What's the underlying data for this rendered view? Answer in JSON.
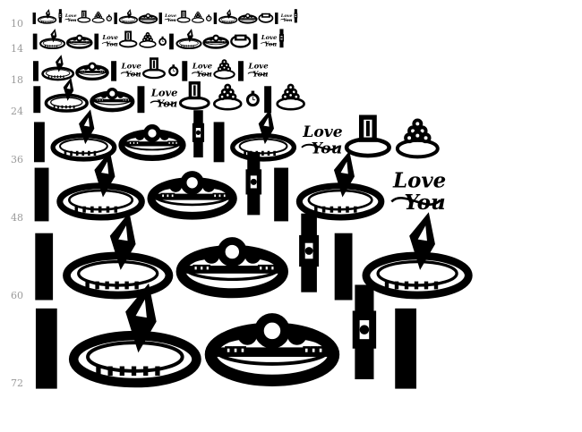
{
  "preview": {
    "rows": [
      {
        "size_label": "10",
        "glyphs": [
          "notdef-box",
          "marquise-ring",
          "tilted-ring",
          "watch",
          "love-you",
          "emerald-cut-ring",
          "cluster-ring",
          "pocket-watch",
          "notdef-box",
          "marquise-ring",
          "three-stone-ring",
          "notdef-box",
          "love-you",
          "emerald-cut-ring",
          "cluster-ring",
          "pocket-watch",
          "notdef-box",
          "marquise-ring",
          "three-stone-ring",
          "wedding-band",
          "notdef-box",
          "love-you",
          "watch"
        ]
      },
      {
        "size_label": "14",
        "glyphs": [
          "notdef-box",
          "marquise-ring",
          "three-stone-ring",
          "notdef-box",
          "love-you",
          "emerald-cut-ring",
          "cluster-ring",
          "pocket-watch",
          "notdef-box",
          "marquise-ring",
          "three-stone-ring",
          "wedding-band",
          "notdef-box",
          "love-you",
          "watch"
        ]
      },
      {
        "size_label": "18",
        "glyphs": [
          "notdef-box",
          "marquise-ring",
          "three-stone-ring",
          "notdef-box",
          "love-you",
          "emerald-cut-ring",
          "pocket-watch",
          "notdef-box",
          "love-you",
          "cluster-ring",
          "notdef-box",
          "love-you"
        ]
      },
      {
        "size_label": "24",
        "glyphs": [
          "notdef-box",
          "marquise-ring",
          "three-stone-ring",
          "notdef-box",
          "love-you",
          "emerald-cut-ring",
          "cluster-ring",
          "pocket-watch",
          "notdef-box",
          "cluster-ring"
        ]
      },
      {
        "size_label": "36",
        "glyphs": [
          "notdef-box",
          "marquise-ring",
          "three-stone-ring",
          "watch",
          "notdef-box",
          "marquise-ring",
          "love-you",
          "emerald-cut-ring",
          "cluster-ring"
        ]
      },
      {
        "size_label": "48",
        "glyphs": [
          "notdef-box",
          "marquise-ring",
          "three-stone-ring",
          "watch",
          "notdef-box",
          "marquise-ring",
          "love-you"
        ]
      },
      {
        "size_label": "60",
        "glyphs": [
          "notdef-box",
          "marquise-ring",
          "three-stone-ring",
          "watch",
          "notdef-box",
          "marquise-ring"
        ]
      },
      {
        "size_label": "72",
        "glyphs": [
          "notdef-box",
          "marquise-ring",
          "three-stone-ring",
          "watch",
          "notdef-box"
        ]
      }
    ],
    "colors": {
      "glyph": "#000000",
      "size_label": "#9a9a9a",
      "background": "#ffffff"
    }
  }
}
